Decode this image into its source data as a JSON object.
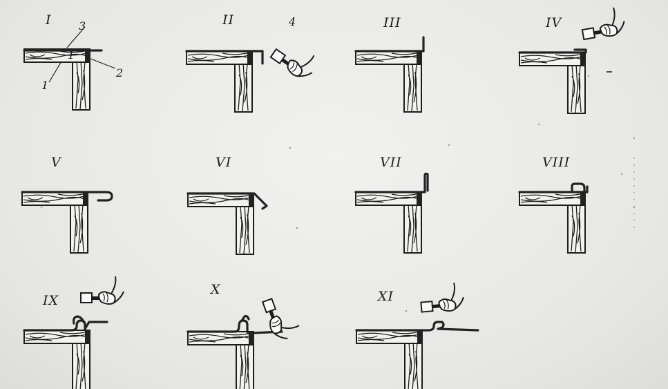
{
  "figure": {
    "panels": [
      {
        "id": "I",
        "label": "I"
      },
      {
        "id": "II",
        "label": "II"
      },
      {
        "id": "III",
        "label": "III"
      },
      {
        "id": "IV",
        "label": "IV"
      },
      {
        "id": "V",
        "label": "V"
      },
      {
        "id": "VI",
        "label": "VI"
      },
      {
        "id": "VII",
        "label": "VII"
      },
      {
        "id": "VIII",
        "label": "VIII"
      },
      {
        "id": "IX",
        "label": "IX"
      },
      {
        "id": "X",
        "label": "X"
      },
      {
        "id": "XI",
        "label": "XI"
      }
    ],
    "callouts": [
      "1",
      "2",
      "3",
      "4",
      "1"
    ],
    "colors": {
      "ink": "#1c1c1c",
      "paper": "#ebebea",
      "metal": "#222222"
    }
  }
}
